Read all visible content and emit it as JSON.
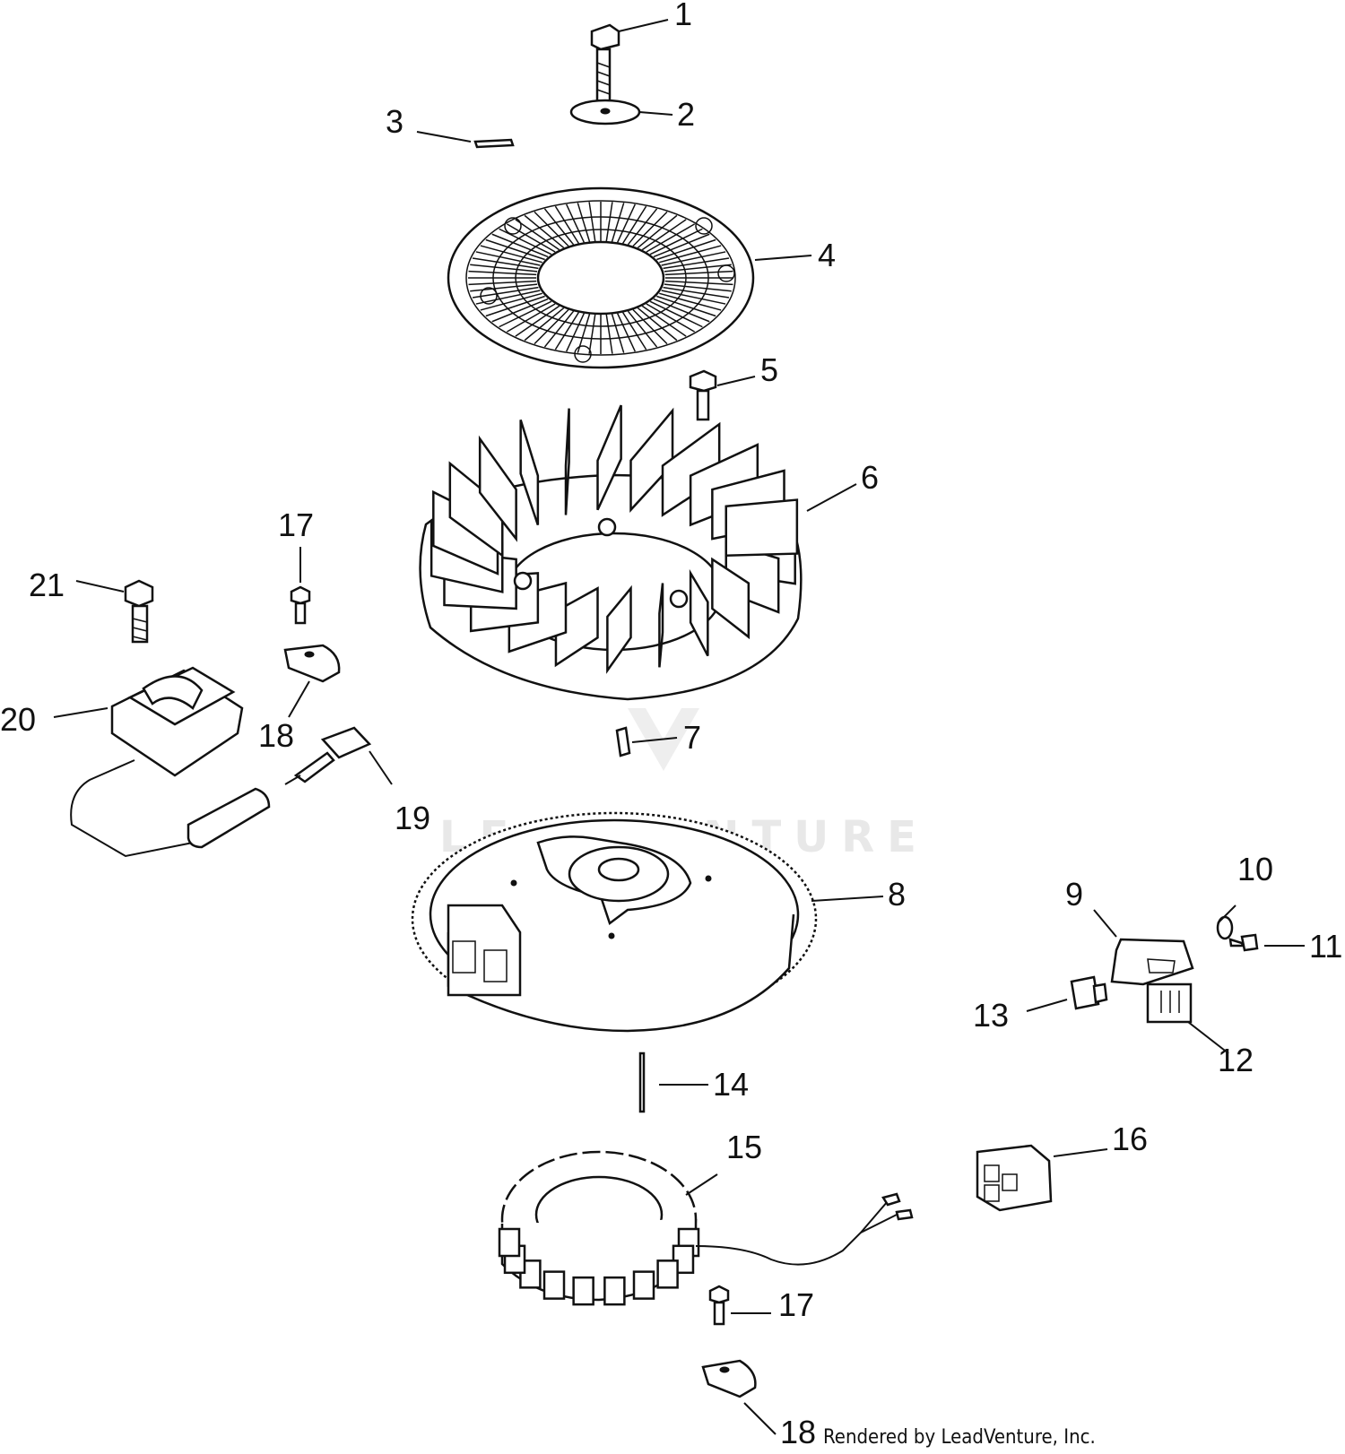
{
  "labels": {
    "p1": "1",
    "p2": "2",
    "p3": "3",
    "p4": "4",
    "p5": "5",
    "p6": "6",
    "p7": "7",
    "p8": "8",
    "p9": "9",
    "p10": "10",
    "p11": "11",
    "p12": "12",
    "p13": "13",
    "p14": "14",
    "p15": "15",
    "p16": "16",
    "p17a": "17",
    "p17b": "17",
    "p18a": "18",
    "p18b": "18",
    "p19": "19",
    "p20": "20",
    "p21": "21"
  },
  "credit": "Rendered by LeadVenture, Inc.",
  "watermark": "LEADVENTURE"
}
